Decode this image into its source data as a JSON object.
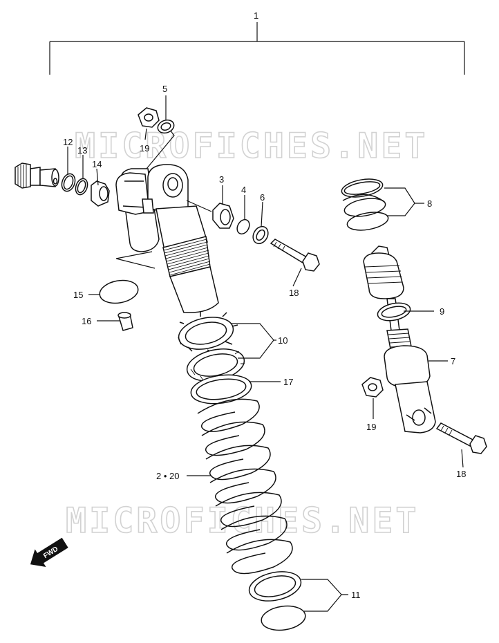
{
  "watermarks": [
    "MICROFICHES.NET",
    "MICROFICHES.NET"
  ],
  "fwd_label": "FWD",
  "callouts": {
    "c1": "1",
    "c2_20": "2 • 20",
    "c3": "3",
    "c4": "4",
    "c5": "5",
    "c6": "6",
    "c7": "7",
    "c8": "8",
    "c9": "9",
    "c10": "10",
    "c11": "11",
    "c12": "12",
    "c13": "13",
    "c14": "14",
    "c15": "15",
    "c16": "16",
    "c17": "17",
    "c18a": "18",
    "c18b": "18",
    "c19a": "19",
    "c19b": "19"
  }
}
